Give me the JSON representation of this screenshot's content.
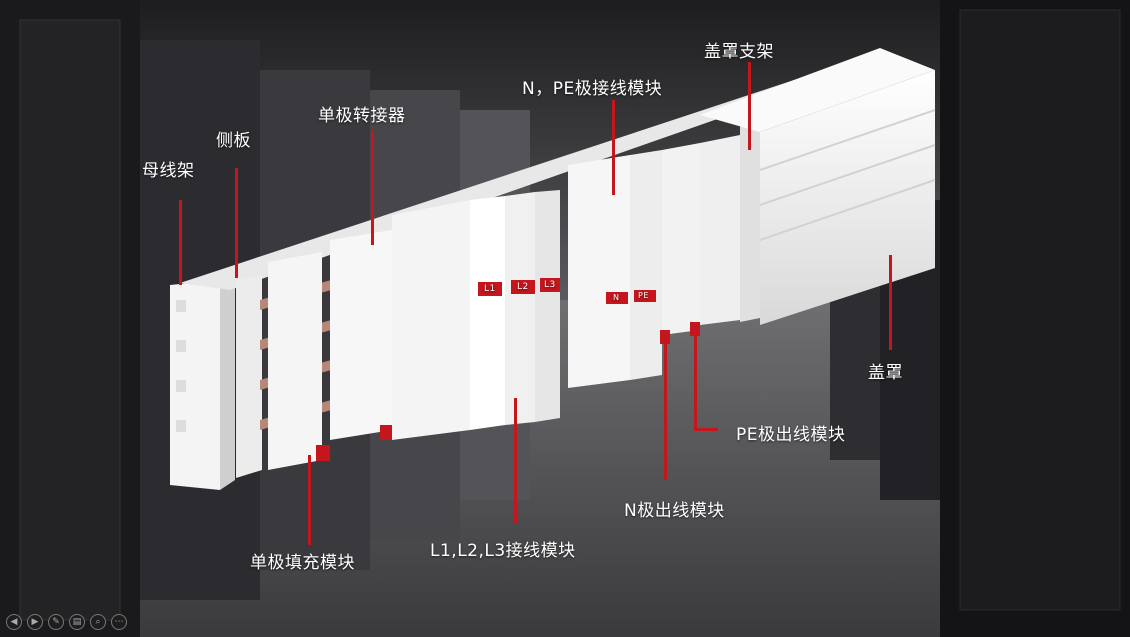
{
  "labels": {
    "busbar_frame": "母线架",
    "side_plate": "侧板",
    "single_pole_adapter": "单极转接器",
    "n_pe_module": "N，PE极接线模块",
    "cover_bracket": "盖罩支架",
    "cover": "盖罩",
    "pe_outgoing_module": "PE极出线模块",
    "n_outgoing_module": "N极出线模块",
    "l123_module": "L1,L2,L3接线模块",
    "single_pole_filler": "单极填充模块"
  },
  "module_marks": {
    "l1": "L1",
    "l2": "L2",
    "l3": "L3",
    "n": "N",
    "pe": "PE"
  },
  "toolbar": {
    "icons": [
      "prev-icon",
      "next-icon",
      "pen-icon",
      "slides-icon",
      "zoom-icon",
      "more-icon"
    ],
    "glyphs": [
      "◀",
      "▶",
      "✎",
      "▤",
      "⌕",
      "⋯"
    ]
  },
  "colors": {
    "accent_red": "#c4161c",
    "module_white": "#f2f2f2",
    "background": "#2a2a2c"
  }
}
